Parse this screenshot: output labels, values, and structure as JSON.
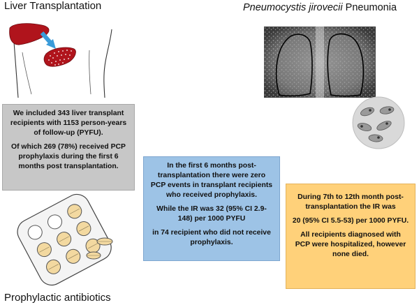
{
  "titles": {
    "liver": "Liver Transplantation",
    "pcp_italic": "Pneumocystis jirovecii",
    "pcp_rest": " Pneumonia",
    "antibiotics": "Prophylactic antibiotics"
  },
  "box_gray": {
    "p1": "We included 343 liver transplant recipients with 1153 person-years of follow-up (PYFU).",
    "p2": "Of which 269 (78%) received PCP prophylaxis during the first 6 months post transplantation."
  },
  "box_blue": {
    "p1": "In the first 6 months post-transplantation there were zero PCP events  in transplant recipients who received prophylaxis.",
    "p2": "While the IR was 32 (95% CI 2.9-148) per 1000 PYFU",
    "p3": "in 74 recipient who did not receive prophylaxis."
  },
  "box_yellow": {
    "p1": "During 7th to 12th month post-transplantation the IR was",
    "p2": "20 (95% CI 5.5-53) per 1000 PYFU.",
    "p3": "All recipients diagnosed with PCP were hospitalized, however none died."
  },
  "colors": {
    "gray_box": "#c7c7c7",
    "blue_box": "#9dc3e6",
    "yellow_box": "#ffd17a",
    "liver": "#b0141c",
    "arrow": "#3a9bd9",
    "pill": "#f3d9a0"
  }
}
